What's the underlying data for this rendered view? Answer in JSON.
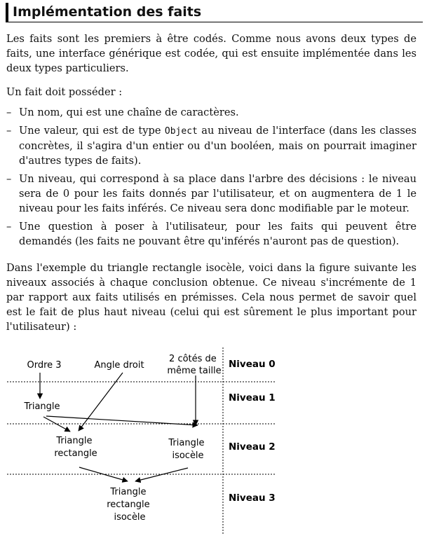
{
  "section_title": "Implémentation des faits",
  "paragraph_1": "Les faits sont les premiers à être codés. Comme nous avons deux types de faits, une interface générique est codée, qui est ensuite implémentée dans les deux types particuliers.",
  "paragraph_2": "Un fait doit posséder :",
  "list_items": [
    {
      "text": "Un nom, qui est une chaîne de caractères."
    },
    {
      "before": "Une valeur, qui est de type ",
      "code": "Object",
      "after": " au niveau de l'interface (dans les classes concrètes, il s'agira d'un entier ou d'un booléen, mais on pourrait imaginer d'autres types de faits)."
    },
    {
      "text": "Un niveau, qui correspond à sa place dans l'arbre des décisions : le niveau sera de 0 pour les faits donnés par l'utilisateur, et on augmentera de 1 le niveau pour les faits inférés. Ce niveau sera donc modifiable par le moteur."
    },
    {
      "text": "Une question à poser à l'utilisateur, pour les faits qui peuvent être demandés (les faits ne pouvant être qu'inférés n'auront pas de question)."
    }
  ],
  "paragraph_3": "Dans l'exemple du triangle rectangle isocèle, voici dans la figure suivante les niveaux associés à chaque conclusion obtenue. Ce niveau s'incrémente de 1 par rapport aux faits utilisés en prémisses. Cela nous permet de savoir quel est le fait de plus haut niveau (celui qui est sûrement le plus important pour l'utilisateur) :",
  "diagram": {
    "nodes": {
      "ordre3": [
        "Ordre 3"
      ],
      "angle_droit": [
        "Angle droit"
      ],
      "deux_cotes": [
        "2 côtés de",
        "même taille"
      ],
      "triangle": [
        "Triangle"
      ],
      "triangle_rectangle": [
        "Triangle",
        "rectangle"
      ],
      "triangle_isocele": [
        "Triangle",
        "isocèle"
      ],
      "triangle_rectangle_isocele": [
        "Triangle",
        "rectangle",
        "isocèle"
      ]
    },
    "levels": [
      "Niveau 0",
      "Niveau 1",
      "Niveau 2",
      "Niveau 3"
    ]
  }
}
